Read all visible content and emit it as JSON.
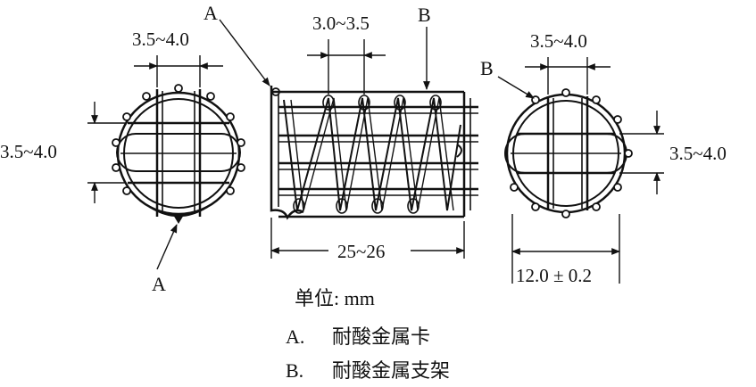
{
  "labels": {
    "a_top": "A",
    "a_bottom": "A",
    "b_middle": "B",
    "b_right": "B"
  },
  "dimensions": {
    "left_top": "3.5~4.0",
    "left_side": "3.5~4.0",
    "middle_top": "3.0~3.5",
    "middle_bottom": "25~26",
    "right_top": "3.5~4.0",
    "right_side": "3.5~4.0",
    "right_bottom": "12.0 ± 0.2"
  },
  "legend": {
    "unit_label": "单位",
    "unit_value": ": mm",
    "item_a_key": "A.",
    "item_a_text": "耐酸金属卡",
    "item_b_key": "B.",
    "item_b_text": "耐酸金属支架"
  }
}
